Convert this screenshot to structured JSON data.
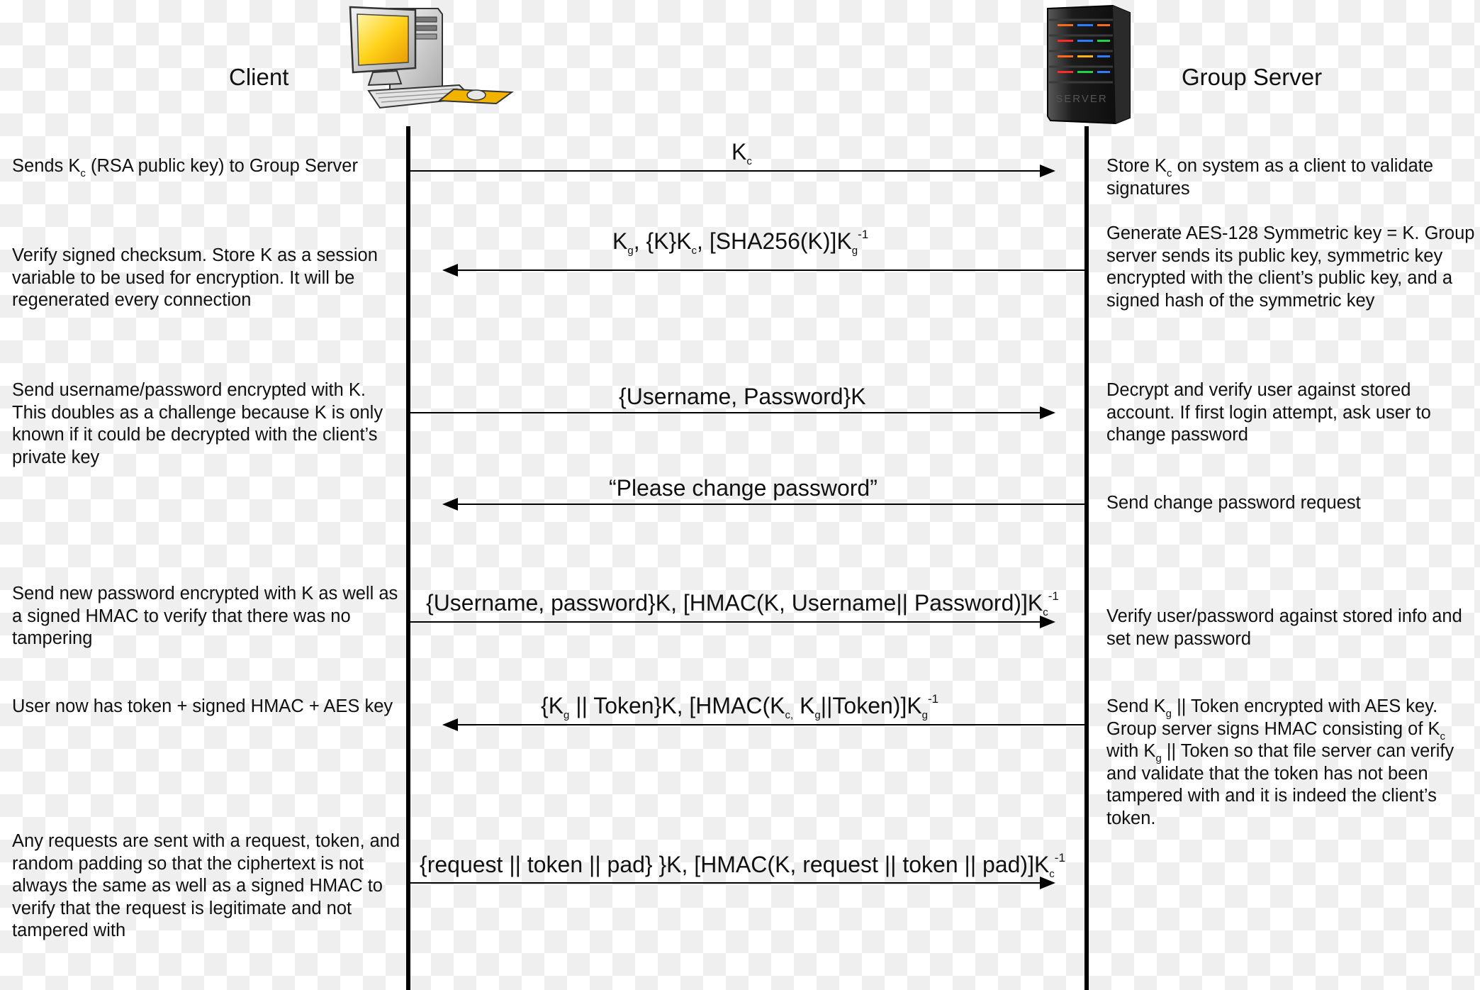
{
  "header": {
    "client": "Client",
    "server": "Group Server"
  },
  "messages": [
    {
      "parts": {
        "a": "K",
        "a_sub": "c"
      },
      "client_note": {
        "a": "Sends K",
        "a_sub": "c",
        "b": " (RSA public key) to Group Server"
      },
      "server_note": {
        "a": "Store K",
        "a_sub": "c",
        "b": " on system as a client to validate signatures"
      }
    },
    {
      "parts": {
        "a": "K",
        "a_sub": "g",
        "b": ", {K}K",
        "b_sub": "c",
        "c": ", [SHA256(K)]K",
        "c_sub": "g",
        "c_sup": "-1"
      },
      "client_note": "Verify signed checksum. Store K as a session variable to be used for encryption. It will be regenerated every connection",
      "server_note": "Generate AES-128 Symmetric key = K. Group server sends its public key, symmetric key encrypted with the client’s public key, and a signed hash of the symmetric key"
    },
    {
      "label": "{Username, Password}K",
      "client_note": "Send username/password encrypted with K. This doubles as a challenge because K is only known if it could be decrypted with the client’s private key",
      "server_note": "Decrypt and verify user against stored account. If first login attempt, ask user to change password"
    },
    {
      "label": "“Please change password”",
      "server_note": "Send change password request"
    },
    {
      "parts": {
        "a": "{Username, password}K, [HMAC(K, Username|| Password)]K",
        "a_sub": "c",
        "a_sup": "-1"
      },
      "client_note": "Send new password encrypted with K as well as a signed HMAC to verify that there was no tampering",
      "server_note": "Verify user/password against stored info and set new password"
    },
    {
      "parts": {
        "a": "{K",
        "a_sub": "g",
        "b": " || Token}K, [HMAC(K",
        "b_sub": "c,",
        "c": " K",
        "c_sub": "g",
        "d": "||Token)]K",
        "d_sub": "g",
        "d_sup": "-1"
      },
      "client_note": "User now has token + signed HMAC + AES key",
      "server_note": {
        "a": "Send K",
        "a_sub": "g",
        "b": " || Token encrypted with AES key. Group server signs HMAC consisting of K",
        "b_sub": "c",
        "c": " with K",
        "c_sub": "g",
        "d": " || Token so that file server can verify and validate that the token has not been tampered with and it is indeed the client’s token."
      }
    },
    {
      "parts": {
        "a": "{request || token || pad} }K, [HMAC(K, request || token || pad)]K",
        "a_sub": "c",
        "a_sup": "-1"
      },
      "client_note": "Any requests are sent with a request, token, and random padding so that the ciphertext is not always the same as well as a signed HMAC to verify that the request is legitimate and not tampered with"
    }
  ],
  "icons": {
    "client": "desktop-computer-icon",
    "server": "server-tower-icon",
    "server_label": "SERVER"
  }
}
